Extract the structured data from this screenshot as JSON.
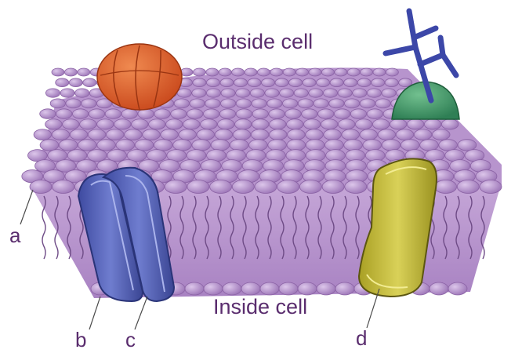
{
  "labels": {
    "outside": "Outside cell",
    "inside": "Inside cell"
  },
  "callouts": [
    {
      "id": "a",
      "text": "a"
    },
    {
      "id": "b",
      "text": "b"
    },
    {
      "id": "c",
      "text": "c"
    },
    {
      "id": "d",
      "text": "d"
    }
  ],
  "colors": {
    "membrane_head": "#b591cc",
    "membrane_head_dark": "#8f64a8",
    "membrane_body": "#c8a9d8",
    "membrane_side": "#9a74b5",
    "tail": "#6e4b86",
    "label_text": "#5a2d6e",
    "peripheral_protein": "#e2622a",
    "channel_protein": "#5a66b8",
    "glycoprotein": "#4fa372",
    "glycan": "#3c47a8",
    "transmembrane_protein": "#c8bf3a"
  }
}
